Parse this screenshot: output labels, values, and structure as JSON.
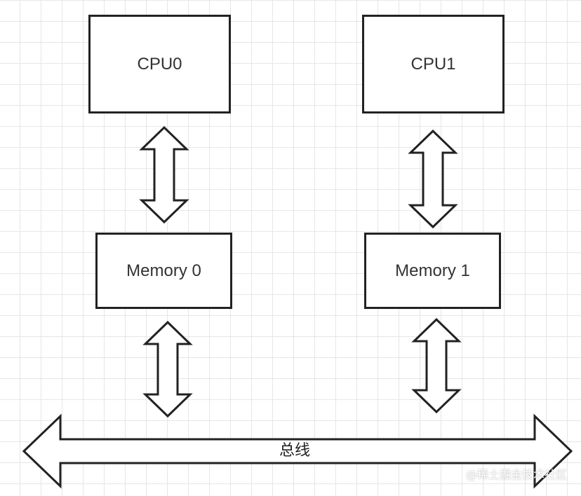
{
  "nodes": {
    "cpu0": "CPU0",
    "cpu1": "CPU1",
    "memory0": "Memory 0",
    "memory1": "Memory 1"
  },
  "bus": {
    "label": "总线"
  },
  "watermark": "@稀土掘金技术社区",
  "colors": {
    "stroke": "#222222",
    "grid": "#e6e6e6",
    "background": "#ffffff"
  }
}
